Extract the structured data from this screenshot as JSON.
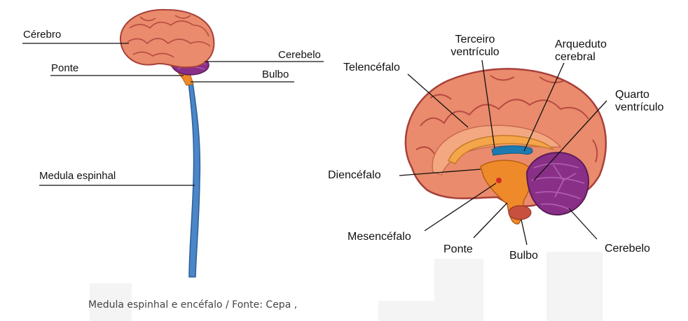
{
  "left_diagram": {
    "labels": {
      "cerebro": "Cérebro",
      "cerebelo": "Cerebelo",
      "ponte": "Ponte",
      "bulbo": "Bulbo",
      "medula": "Medula espinhal"
    }
  },
  "right_diagram": {
    "labels": {
      "telencefalo": "Telencéfalo",
      "terceiro_line1": "Terceiro",
      "terceiro_line2": "ventrículo",
      "arqueduto_line1": "Arqueduto",
      "arqueduto_line2": "cerebral",
      "quarto_line1": "Quarto",
      "quarto_line2": "ventrículo",
      "diencefalo": "Diencéfalo",
      "mesencefalo": "Mesencéfalo",
      "ponte": "Ponte",
      "bulbo": "Bulbo",
      "cerebelo": "Cerebelo"
    }
  },
  "caption": "Medula espinhal e encéfalo / Fonte: Cepa ,",
  "colors": {
    "brain_outer": "#c9504a",
    "brain_fill": "#e98b6c",
    "brain_light": "#f3a882",
    "cerebellum": "#8a2f88",
    "cerebellum_light": "#b060b0",
    "brainstem": "#ee8a2a",
    "corpus_callosum": "#f5a64a",
    "ventricle": "#1d7bb0",
    "spinal_cord": "#4a86c8"
  }
}
